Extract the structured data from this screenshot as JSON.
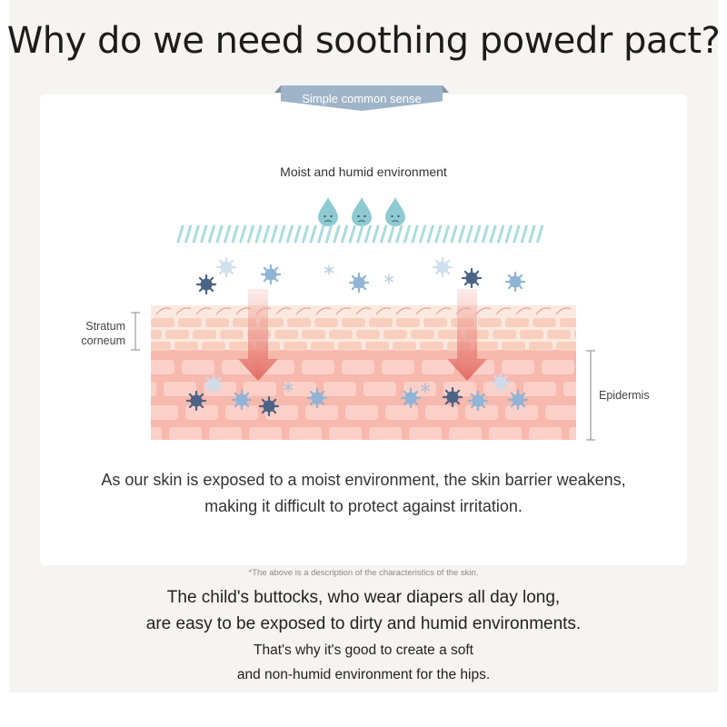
{
  "title": "Why do we need soothing powedr pact?",
  "card": {
    "tag_label": "Simple common sense",
    "environment_label": "Moist and humid environment",
    "layer_label_top": "Stratum",
    "layer_label_bottom": "corneum",
    "epidermis_label": "Epidermis",
    "description_line1": "As our skin is exposed to a moist environment, the skin barrier weakens,",
    "description_line2": "making it difficult to protect against irritation."
  },
  "footnote": "*The above is a description of the characteristics of the skin.",
  "bottom": {
    "line1": "The child's buttocks, who wear diapers all day long,",
    "line2": "are easy to be exposed to dirty and humid environments.",
    "line3": "That's why it's good to create a soft",
    "line4": "and non-humid environment for the hips."
  },
  "colors": {
    "tag": "#9fb4c8",
    "droplet": "#8fcad3",
    "rain_stripes": "#a9dcdf",
    "germ_blue": "#8fb4d6",
    "germ_navy": "#4b6384",
    "stratum_corneum": "#f8ddd0",
    "epidermis": "#f7b8ad",
    "arrow": "#e8776e"
  }
}
